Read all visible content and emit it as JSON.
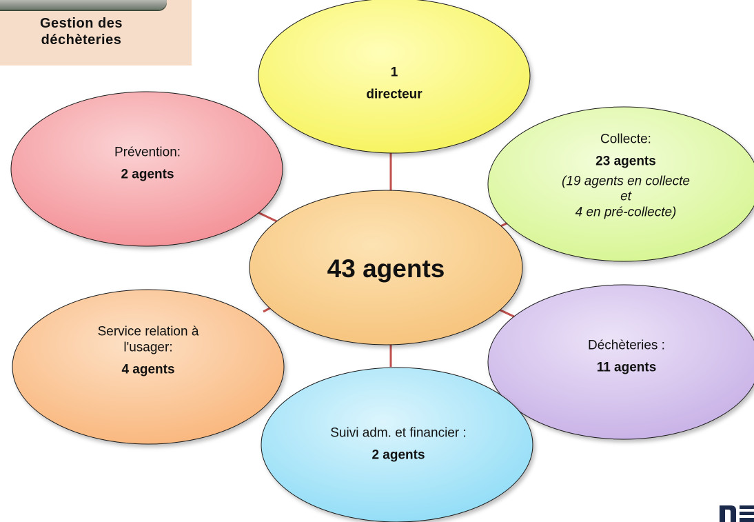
{
  "header_card": {
    "line1": "Gestion des",
    "line2": "déchèteries"
  },
  "center": {
    "label": "43 agents"
  },
  "nodes": {
    "directeur": {
      "line1": "1",
      "line2": "directeur"
    },
    "collecte": {
      "title": "Collecte:",
      "count": "23 agents",
      "note_line1": "(19 agents en collecte et",
      "note_line2": "4 en pré-collecte)"
    },
    "decheteries": {
      "title": "Déchèteries :",
      "count": "11 agents"
    },
    "suivi": {
      "title": "Suivi adm. et financier :",
      "count": "2 agents"
    },
    "service_usager": {
      "title_line1": "Service relation à",
      "title_line2": "l'usager:",
      "count": "4 agents"
    },
    "prevention": {
      "title": "Prévention:",
      "count": "2 agents"
    }
  },
  "colors": {
    "connector": "#c0504d",
    "center": "#f9d08f",
    "directeur": "#fbfb7a",
    "collecte": "#e4f9b0",
    "decheteries": "#d7c6ee",
    "suivi": "#aee6f8",
    "service_usager": "#fbc79a",
    "prevention": "#f7a3a7"
  },
  "logo": {
    "name": "partner-logo"
  }
}
